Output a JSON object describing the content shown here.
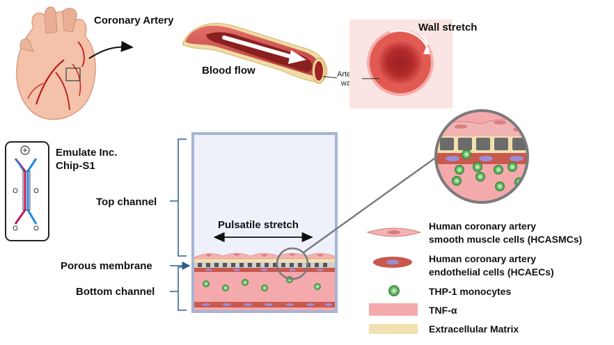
{
  "labels": {
    "coronary_artery": "Coronary Artery",
    "blood_flow": "Blood flow",
    "artery_wall_line1": "Artery",
    "artery_wall_line2": "wall",
    "wall_stretch": "Wall stretch",
    "chip_line1": "Emulate Inc.",
    "chip_line2": "Chip-S1",
    "top_channel": "Top channel",
    "porous_membrane": "Porous membrane",
    "bottom_channel": "Bottom channel",
    "pulsatile_stretch": "Pulsatile stretch"
  },
  "legend": [
    {
      "line1": "Human coronary artery",
      "line2": "smooth muscle cells (HCASMCs)",
      "icon": "smooth-muscle-cell-icon"
    },
    {
      "line1": "Human coronary artery",
      "line2": "endothelial cells (HCAECs)",
      "icon": "endothelial-cell-icon"
    },
    {
      "line1": "THP-1 monocytes",
      "line2": "",
      "icon": "monocyte-icon"
    },
    {
      "line1": "TNF-α",
      "line2": "",
      "icon": "tnf-alpha-swatch"
    },
    {
      "line1": "Extracellular Matrix",
      "line2": "",
      "icon": "ecm-swatch"
    }
  ],
  "colors": {
    "artery_red": "#c0392b",
    "artery_dark": "#7b1c1c",
    "smooth_muscle": "#f2b3b3",
    "endothelial": "#c9584d",
    "monocyte": "#3f9f3f",
    "tnf_alpha": "#f4a9ad",
    "ecm": "#f2e0ae",
    "chip_border": "#a8b4d4",
    "chip_fill": "#eef1fa",
    "bracket": "#2c5d8a",
    "membrane": "#6b6b6b"
  }
}
